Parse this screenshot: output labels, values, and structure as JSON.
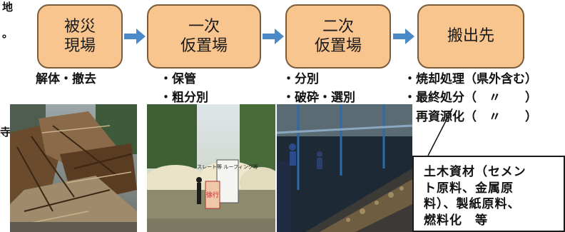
{
  "edge_fragments": {
    "top_left_char": "地",
    "top_left_punct": "。",
    "side_char": "寺"
  },
  "stages": [
    {
      "line1": "被災",
      "line2": "現場"
    },
    {
      "line1": "一次",
      "line2": "仮置場"
    },
    {
      "line1": "二次",
      "line2": "仮置場"
    },
    {
      "line1": "搬出先",
      "line2": ""
    }
  ],
  "notes": {
    "site": [
      "解体・撤去"
    ],
    "primary": [
      "・保管",
      "・粗分別"
    ],
    "secondary": [
      "・分別",
      "・破砕・選別"
    ],
    "destination": [
      "・焼却処理（県外含む）",
      "・最終処分（　〃　　）",
      "・再資源化（　〃　　）"
    ]
  },
  "callout_lines": [
    "土木資材（セメン",
    "ト原料、金属原",
    "料）、製紙原料、",
    "燃料化　等"
  ],
  "photo2_sign_text": {
    "left": "徐行",
    "right": "スレート等 ルーフィング等"
  },
  "colors": {
    "stage_fill": "#f8c58e",
    "stage_border": "#7a5c3a",
    "arrow": "#4a8ac8"
  }
}
